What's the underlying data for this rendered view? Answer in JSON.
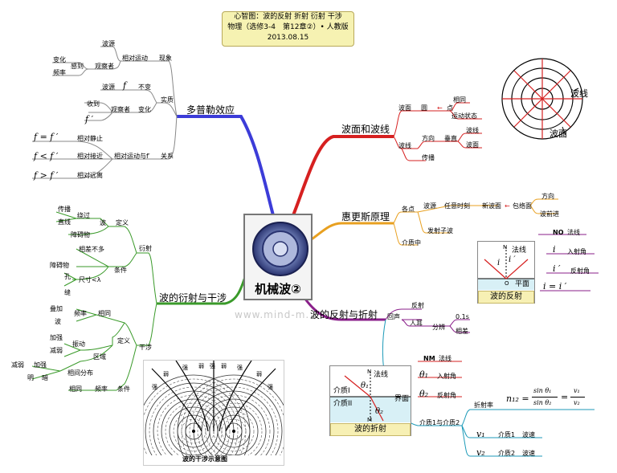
{
  "title": {
    "line1": "心智图：波的反射 折射 衍射 干涉",
    "line2": "物理（选修3-4　第12章②）• 人教版",
    "date": "2013.08.15"
  },
  "center": {
    "label": "机械波②",
    "icon": "speaker-icon"
  },
  "watermark": "www.mind-m...",
  "doppler": {
    "label": "多普勒效应",
    "phenomenon": "现象",
    "relative_motion": "相对运动",
    "wave_source": "波源",
    "observer": "观察者",
    "feel": "感到",
    "change": "变化",
    "frequency": "频率",
    "essence": "实质",
    "unchanged": "不变",
    "changes": "变化",
    "receive": "收到",
    "f": "f",
    "f_prime": "f ′",
    "relation": "关系",
    "relation_cond": "相对运动与f′",
    "eq": "f = f ′",
    "lt": "f < f ′",
    "gt": "f > f ′",
    "rest": "相对静止",
    "approach": "相对接近",
    "away": "相对远离"
  },
  "wavefront": {
    "label": "波面和波线",
    "front": "波面",
    "circle": "圆",
    "point": "点",
    "same": "相同",
    "state": "运动状态",
    "ray": "波线",
    "direction": "方向",
    "perpendicular": "垂直",
    "ray2": "波线",
    "front2": "波面",
    "propagate": "传播",
    "diagram_ray": "波线",
    "diagram_front": "波面"
  },
  "huygens": {
    "label": "惠更斯原理",
    "each_point": "各点",
    "source": "波源",
    "any_time": "任意时刻",
    "new_front": "新波面",
    "envelope": "包络面",
    "direction": "方向",
    "forward": "波前进",
    "secondary": "发射子波",
    "medium": "介质中"
  },
  "diffraction": {
    "label": "波的衍射与干涉",
    "diff": "衍射",
    "definition": "定义",
    "propagate": "传播",
    "straight": "直线",
    "bypass": "绕过",
    "wave": "波",
    "obstacle": "障碍物",
    "similar": "相差不多",
    "condition": "条件",
    "obstacle2": "障碍物",
    "hole": "孔",
    "slit": "缝",
    "size": "尺寸<λ",
    "interference": "干涉",
    "superpose": "叠加",
    "wave2": "波",
    "freq": "频率",
    "same": "相同",
    "def2": "定义",
    "strengthen": "加强",
    "weaken": "减弱",
    "vibration": "振动",
    "region": "区域",
    "distribution": "相间分布",
    "weak": "减弱",
    "strong": "加强",
    "bright": "明",
    "dark": "暗",
    "same2": "相同",
    "freq2": "频率",
    "cond2": "条件",
    "caption": "波的干涉示意图",
    "ruo": "弱",
    "qiang": "强"
  },
  "reflection": {
    "label": "波的反射与折射",
    "back": "回声",
    "reflect": "反射",
    "ear": "人耳",
    "distinguish": "分辨",
    "time": "0.1s",
    "diff": "相差",
    "NO": "NO",
    "normal": "法线",
    "i": "i",
    "incident": "入射角",
    "i_prime": "i ′",
    "reflect_angle": "反射角",
    "law": "i = i ′",
    "diag_n": "N",
    "diag_normal": "法线",
    "diag_o": "O",
    "diag_plane": "平面",
    "caption": "波的反射"
  },
  "refraction": {
    "NM": "NM",
    "normal": "法线",
    "theta1": "θ₁",
    "incident": "入射角",
    "theta2": "θ₂",
    "refract": "反射角",
    "index": "折射率",
    "formula_lhs": "n₁₂ =",
    "formula_sin": "sin θ₁",
    "formula_sin2": "sin θ₂",
    "formula_eq": "=",
    "formula_v1": "v₁",
    "formula_v2": "v₂",
    "media": "介质1与介质2",
    "v1": "v₁",
    "m1": "介质1",
    "speed1": "波速",
    "v2": "v₂",
    "m2": "介质2",
    "speed2": "波速",
    "diag_normal": "法线",
    "diag_medium1": "介质I",
    "diag_medium2": "介质II",
    "diag_plane": "界面",
    "diag_n": "N",
    "diag_m": "M",
    "caption": "波的折射"
  },
  "colors": {
    "blue": "#3c3cd8",
    "red": "#d62020",
    "orange": "#e8a020",
    "purple": "#8a1f8a",
    "green": "#3a9a2a",
    "gray": "#888888",
    "teal": "#1c9ab8"
  }
}
